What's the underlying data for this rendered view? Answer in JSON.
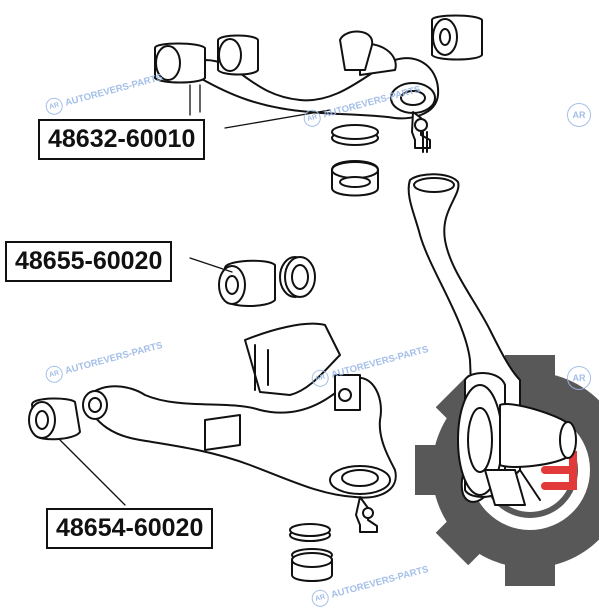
{
  "labels": {
    "upper_arm": "48632-60010",
    "upper_arm_bushing": "48655-60020",
    "lower_arm": "48654-60020"
  },
  "watermark": {
    "text": "AUTOREVERS-PARTS",
    "logo_text": "AR",
    "color": "#9ab8e6"
  },
  "corner_logo": {
    "gear_color": "#3c3c3c",
    "accent_color": "#e23a3a"
  },
  "colors": {
    "line": "#111111",
    "background": "#ffffff"
  }
}
